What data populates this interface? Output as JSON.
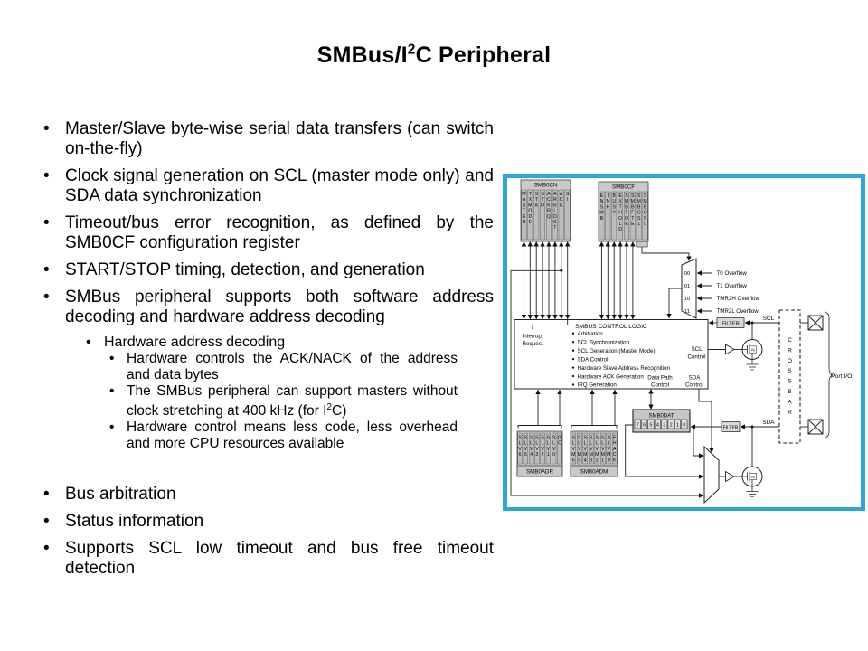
{
  "slide": {
    "title": "SMBus/I²C Peripheral"
  },
  "bullets": [
    {
      "level": 1,
      "text": "Master/Slave byte-wise serial data transfers (can switch on-the-fly)"
    },
    {
      "level": 1,
      "text": "Clock signal generation on SCL (master mode only) and SDA data synchronization"
    },
    {
      "level": 1,
      "text": "Timeout/bus error recognition, as defined by the SMB0CF configuration register"
    },
    {
      "level": 1,
      "text": "START/STOP timing, detection, and generation"
    },
    {
      "level": 1,
      "text": "SMBus peripheral supports both software address decoding and hardware address decoding"
    },
    {
      "level": 2,
      "text": "Hardware address decoding"
    },
    {
      "level": 3,
      "text": "Hardware controls the ACK/NACK of the address and data bytes"
    },
    {
      "level": 3,
      "text": "The SMBus peripheral can support masters without clock stretching at 400 kHz (for I²C)"
    },
    {
      "level": 3,
      "text": "Hardware control means less code, less overhead and more CPU resources available"
    },
    {
      "level": 1,
      "text": "Bus arbitration",
      "gap": true
    },
    {
      "level": 1,
      "text": "Status information"
    },
    {
      "level": 1,
      "text": "Supports SCL low timeout and bus free timeout detection"
    }
  ],
  "diagram": {
    "registers": [
      {
        "id": "smb0cn",
        "name": "SMB0CN",
        "bits": [
          "MASTER",
          "TXMODE",
          "STA",
          "STO",
          "ACKRQ",
          "ARBLOST",
          "ACK",
          "SI"
        ]
      },
      {
        "id": "smb0cf",
        "name": "SMB0CF",
        "bits": [
          "ENSMB",
          "INH",
          "BUSY",
          "EXTHOLD",
          "SMBTOE",
          "SMBFTE",
          "SMBCS1",
          "SMBCS0"
        ]
      },
      {
        "id": "smb0adr",
        "name": "SMB0ADR",
        "bits": [
          "SLV6",
          "SLV5",
          "SLV4",
          "SLV3",
          "SLV2",
          "SLV1",
          "SLV0",
          "GC"
        ]
      },
      {
        "id": "smb0adm",
        "name": "SMB0ADM",
        "bits": [
          "SLVM6",
          "SLVM5",
          "SLVM4",
          "SLVM3",
          "SLVM2",
          "SLVM1",
          "SLVM0",
          "EHACK"
        ]
      },
      {
        "id": "smb0dat",
        "name": "SMB0DAT",
        "bits": [
          "7",
          "6",
          "5",
          "4",
          "3",
          "2",
          "1",
          "0"
        ]
      }
    ],
    "control_logic": {
      "title": "SMBUS CONTROL LOGIC",
      "interrupt": [
        "Interrupt",
        "Request"
      ],
      "items": [
        "Arbitration",
        "SCL Synchronization",
        "SCL Generation (Master Mode)",
        "SDA Control",
        "Hardware Slave Address Recognition",
        "Hardware ACK Generation",
        "IRQ Generation"
      ],
      "scl_control": [
        "SCL",
        "Control"
      ],
      "sda_control": [
        "SDA",
        "Control"
      ],
      "data_path": [
        "Data Path",
        "Control"
      ]
    },
    "clock_mux": {
      "inputs": [
        {
          "code": "00",
          "label": "T0 Overflow"
        },
        {
          "code": "01",
          "label": "T1 Overflow"
        },
        {
          "code": "10",
          "label": "TMR2H Overflow"
        },
        {
          "code": "11",
          "label": "TMR2L Overflow"
        }
      ]
    },
    "filter_label": "FILTER",
    "scl_label": "SCL",
    "sda_label": "SDA",
    "crossbar_label": "CROSSBAR",
    "port_io_label": "Port I/O",
    "n_fet_label": "N",
    "colors": {
      "panel_border": "#2da7d9",
      "register_fill": "#c9c9c9",
      "cell_fill": "#bdbdbd"
    }
  }
}
